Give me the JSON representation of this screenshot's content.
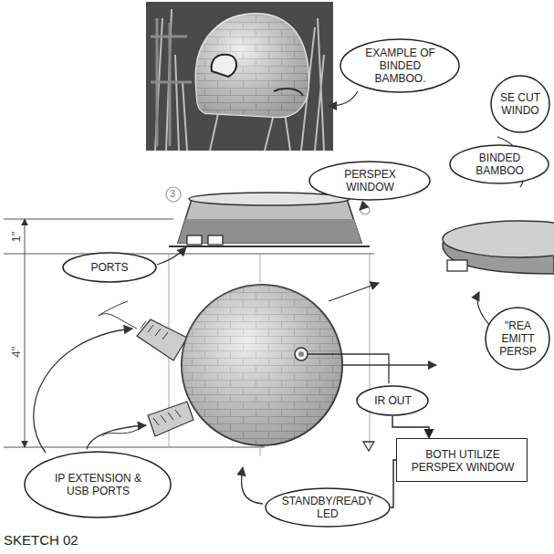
{
  "diagram": {
    "nodes": [
      {
        "text": [
          "EXAMPLE OF BINDED BAMBOO."
        ]
      },
      {
        "text": [
          "SE CUT WINDO"
        ]
      },
      {
        "text": [
          "BINDED BAMBOO"
        ]
      },
      {
        "text": [
          "PERSPEX WINDOW"
        ]
      },
      {
        "text": [
          "PORTS"
        ]
      },
      {
        "text": [
          "\"REA EMITT PERSP"
        ]
      },
      {
        "text": [
          "IR OUT"
        ]
      },
      {
        "text": [
          "BOTH UTILIZE PERSPEX WINDOW"
        ]
      },
      {
        "text": [
          "IP EXTENSION & USB PORTS"
        ]
      },
      {
        "text": [
          "STANDBY/READY LED"
        ]
      }
    ],
    "edges": [
      {
        "from": 6,
        "to": 7,
        "arrow": "to"
      },
      {
        "from": 9,
        "to": 7,
        "arrow": "none"
      }
    ],
    "labels": [
      "3",
      "1\"",
      "4\"",
      "SKETCH 02"
    ]
  }
}
